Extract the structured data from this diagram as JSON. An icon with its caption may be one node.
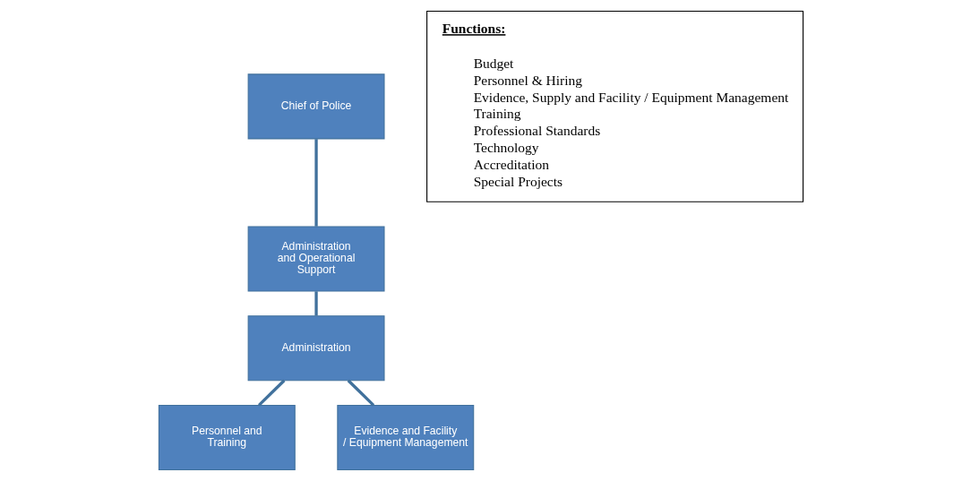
{
  "diagram": {
    "nodes": [
      {
        "text": [
          "Chief of Police"
        ]
      },
      {
        "text": [
          "Administration and Operational Support"
        ]
      },
      {
        "text": [
          "Administration"
        ]
      },
      {
        "text": [
          "Personnel and Training"
        ]
      },
      {
        "text": [
          "Evidence and Facility / Equipment Management"
        ]
      },
      {
        "text": [
          "Functions:",
          "Budget",
          "Personnel & Hiring",
          "Evidence, Supply and Facility / Equipment Management",
          "Training",
          "Professional Standards",
          "Technology",
          "Accreditation",
          "Special Projects"
        ]
      }
    ],
    "edges": [
      {
        "from": 0,
        "to": 1,
        "arrow": "none"
      },
      {
        "from": 1,
        "to": 2,
        "arrow": "none"
      },
      {
        "from": 2,
        "to": 3,
        "arrow": "none"
      },
      {
        "from": 2,
        "to": 4,
        "arrow": "none"
      }
    ]
  }
}
